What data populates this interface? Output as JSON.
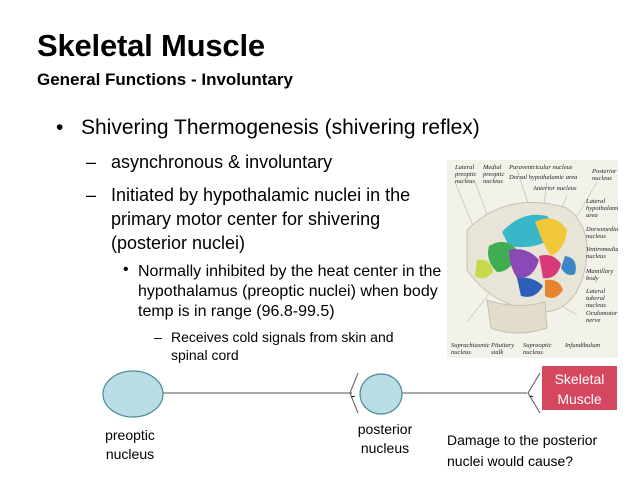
{
  "slide": {
    "title": "Skeletal Muscle",
    "subtitle": "General Functions - Involuntary"
  },
  "bullets": {
    "level1": {
      "marker": "•",
      "text": "Shivering Thermogenesis (shivering reflex)"
    },
    "level2a": {
      "marker": "–",
      "text": "asynchronous & involuntary"
    },
    "level2b": {
      "marker": "–",
      "text": "Initiated by hypothalamic nuclei in the primary motor center for shivering (posterior nuclei)"
    },
    "level3": {
      "marker": "•",
      "text": "Normally inhibited by the heat center in the hypothalamus (preoptic nuclei) when body temp is in range (96.8-99.5)"
    },
    "level4": {
      "marker": "–",
      "text": "Receives cold signals from skin and spinal cord"
    }
  },
  "figure": {
    "labels": {
      "lateral_preoptic": "Lateral preoptic nucleus",
      "medial_preoptic": "Medial preoptic nucleus",
      "paraventricular": "Paraventricular nucleus",
      "dorsal_hypothalamic": "Dorsal hypothalamic area",
      "anterior": "Anterior nucleus",
      "posterior_nucleus": "Posterior nucleus",
      "lateral_hypothalamic": "Lateral hypothalamic area",
      "dorsomedial": "Dorsomedial nucleus",
      "ventromedial": "Ventromedial nucleus",
      "mamillary": "Mamillary body",
      "lateral_tuberal": "Lateral tuberal nucleus",
      "oculomotor": "Oculomotor nerve",
      "suprachiasmic": "Suprachiasmic nucleus",
      "pituitary": "Pituitary stalk",
      "supraoptic": "Supraoptic nucleus",
      "infundibulum": "Infundibulum"
    }
  },
  "diagram": {
    "preoptic": "preoptic nucleus",
    "posterior": "posterior nucleus",
    "muscle": "Skeletal Muscle",
    "inhibit_sign_1": "-",
    "inhibit_sign_2": "-",
    "question": "Damage to the posterior nuclei would cause?",
    "colors": {
      "node_fill": "#b9dde4",
      "node_stroke": "#4a8a99",
      "muscle_fill": "#d5475e"
    }
  }
}
